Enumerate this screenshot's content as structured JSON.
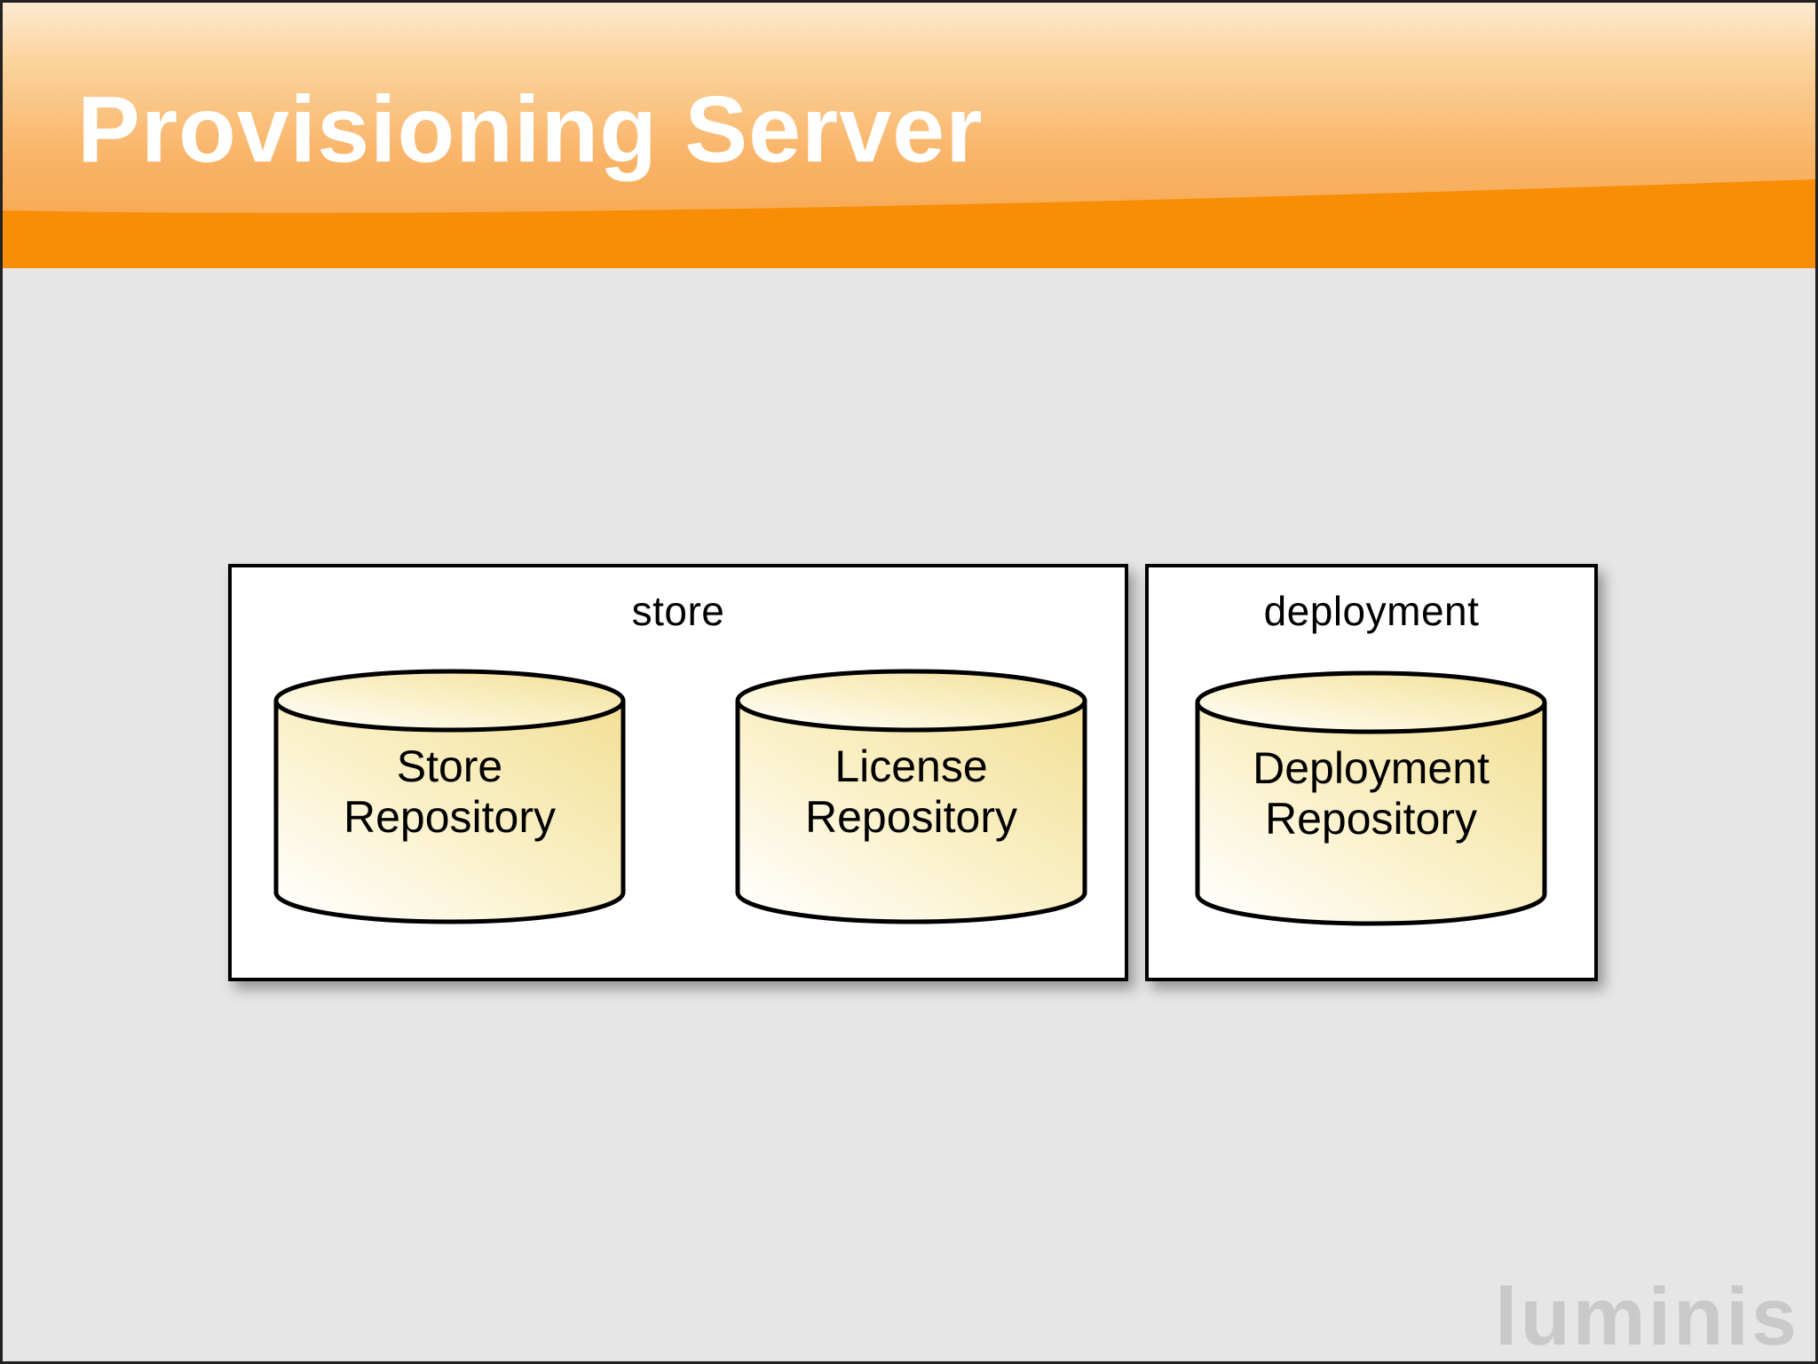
{
  "slide": {
    "title": "Provisioning Server",
    "watermark": "luminis"
  },
  "colors": {
    "header_band_orange": "#F88E05",
    "header_gradient_top": "#FCEAD0",
    "header_gradient_bottom": "#F7A244",
    "page_background": "#E6E6E6",
    "box_background": "#FFFFFF",
    "box_border": "#000000",
    "cylinder_fill_light": "#FFFFFF",
    "cylinder_fill_mid": "#FAF0C6",
    "cylinder_fill_dark": "#F2DF96",
    "cylinder_stroke": "#000000",
    "watermark_gray": "#C9C9C9"
  },
  "diagram": {
    "groups": [
      {
        "label": "store",
        "repositories": [
          {
            "name": "Store\nRepository"
          },
          {
            "name": "License\nRepository"
          }
        ]
      },
      {
        "label": "deployment",
        "repositories": [
          {
            "name": "Deployment\nRepository"
          }
        ]
      }
    ]
  }
}
